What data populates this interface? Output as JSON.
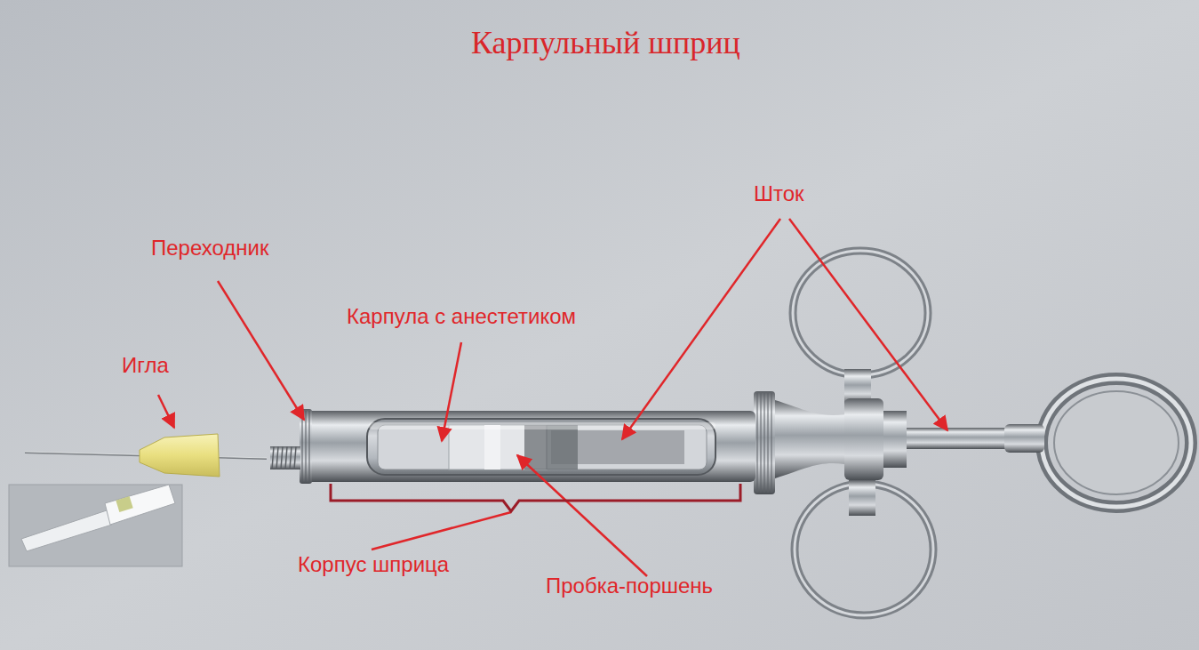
{
  "diagram": {
    "title": "Карпульный шприц",
    "labels": [
      "Шток",
      "Переходник",
      "Карпула с анестетиком",
      "Игла",
      "Корпус шприца",
      "Пробка-поршень"
    ]
  }
}
